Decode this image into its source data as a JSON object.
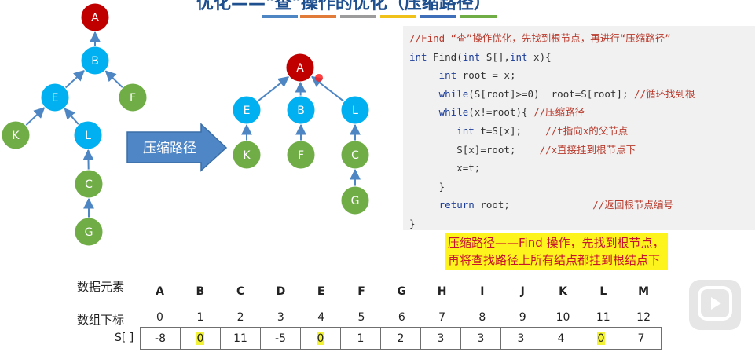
{
  "title": "优化——\"查\"操作的优化（压缩路径）",
  "stripe_colors": [
    "#4e86c4",
    "#e07b3a",
    "#9c9c9c",
    "#f0c219",
    "#3f6fb8",
    "#70ad47"
  ],
  "tree_before": {
    "nodes": [
      {
        "id": "A",
        "label": "A",
        "color": "#c00000"
      },
      {
        "id": "B",
        "label": "B",
        "color": "#00b0f0"
      },
      {
        "id": "E",
        "label": "E",
        "color": "#00b0f0"
      },
      {
        "id": "F",
        "label": "F",
        "color": "#70ad47"
      },
      {
        "id": "K",
        "label": "K",
        "color": "#70ad47"
      },
      {
        "id": "L",
        "label": "L",
        "color": "#00b0f0"
      },
      {
        "id": "C",
        "label": "C",
        "color": "#70ad47"
      },
      {
        "id": "G",
        "label": "G",
        "color": "#70ad47"
      }
    ]
  },
  "compress_arrow_label": "压缩路径",
  "tree_after": {
    "nodes": [
      {
        "id": "A",
        "label": "A",
        "color": "#c00000"
      },
      {
        "id": "E",
        "label": "E",
        "color": "#00b0f0"
      },
      {
        "id": "B",
        "label": "B",
        "color": "#00b0f0"
      },
      {
        "id": "L",
        "label": "L",
        "color": "#00b0f0"
      },
      {
        "id": "K",
        "label": "K",
        "color": "#70ad47"
      },
      {
        "id": "F",
        "label": "F",
        "color": "#70ad47"
      },
      {
        "id": "C",
        "label": "C",
        "color": "#70ad47"
      },
      {
        "id": "G",
        "label": "G",
        "color": "#70ad47"
      }
    ]
  },
  "code": {
    "l1": "//Find “查”操作优化，先找到根节点，再进行“压缩路径”",
    "l2_kw": "int",
    "l2": " Find(",
    "l2_kw2": "int",
    "l2b": " S[],",
    "l2_kw3": "int",
    "l2c": " x){",
    "l3_kw": "int",
    "l3": " root = x;",
    "l4_kw": "while",
    "l4": "(S[root]>=0)  root=S[root];",
    "l4_cm": " //循环找到根",
    "l5_kw": "while",
    "l5": "(x!=root){",
    "l5_cm": " //压缩路径",
    "l6_kw": "int",
    "l6": " t=S[x];",
    "l6_cm": "    //t指向x的父节点",
    "l7": "S[x]=root;",
    "l7_cm": "    //x直接挂到根节点下",
    "l8": "x=t;",
    "l9": "}",
    "l10_kw": "return",
    "l10": " root;",
    "l10_cm": "              //返回根节点编号",
    "l11": "}"
  },
  "note": {
    "line1": "压缩路径——Find 操作，先找到根节点，",
    "line2": "再将查找路径上所有结点都挂到根结点下"
  },
  "table": {
    "label_elements": "数据元素",
    "label_indices": "数组下标",
    "label_array": "S[ ]",
    "elements": [
      "A",
      "B",
      "C",
      "D",
      "E",
      "F",
      "G",
      "H",
      "I",
      "J",
      "K",
      "L",
      "M"
    ],
    "indices": [
      "0",
      "1",
      "2",
      "3",
      "4",
      "5",
      "6",
      "7",
      "8",
      "9",
      "10",
      "11",
      "12"
    ],
    "values": [
      "-8",
      "0",
      "11",
      "-5",
      "0",
      "1",
      "2",
      "3",
      "3",
      "3",
      "4",
      "0",
      "7"
    ],
    "highlight_color": "#f2f236"
  },
  "play_icon": "play-icon"
}
